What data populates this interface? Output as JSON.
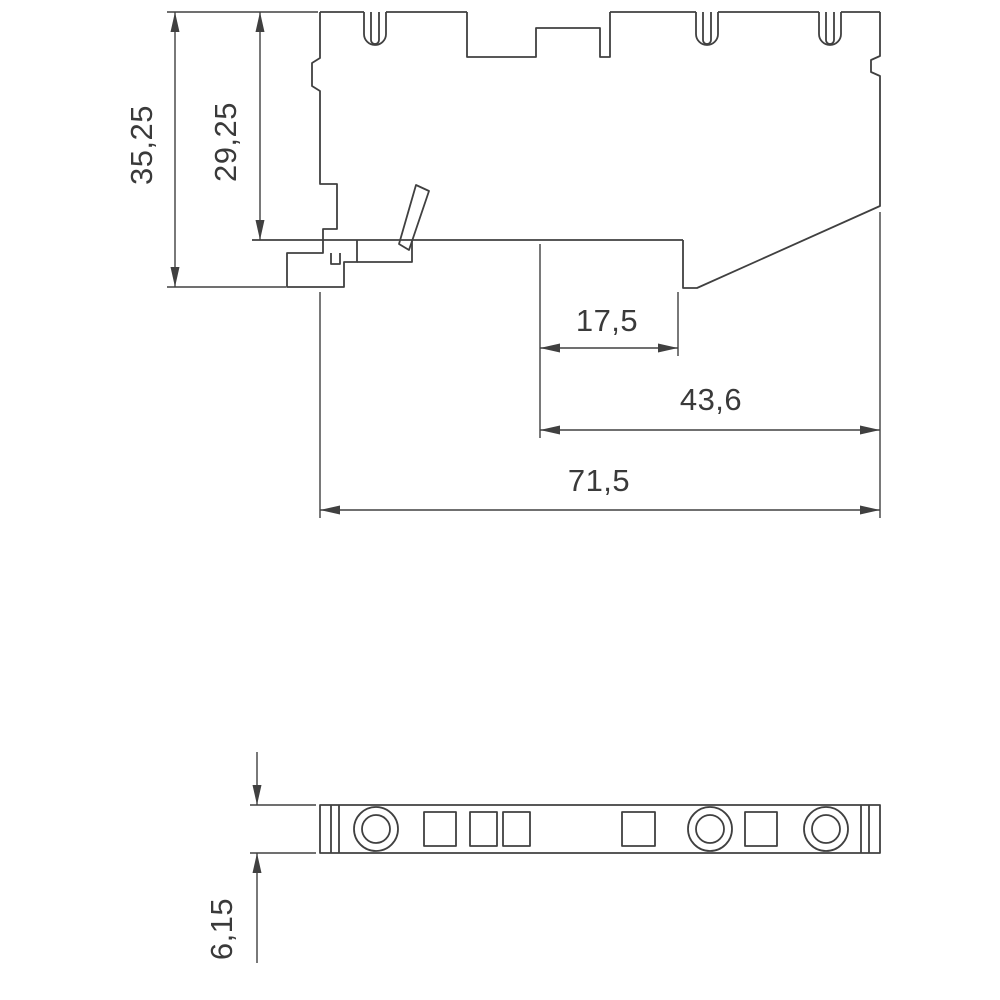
{
  "drawing": {
    "colors": {
      "line": "#404040",
      "text": "#3a3a3a",
      "background": "#ffffff"
    },
    "views": {
      "side": {
        "dims": {
          "overall_height": "35,25",
          "upper_height": "29,25",
          "notch_width": "17,5",
          "right_width": "43,6",
          "overall_width": "71,5"
        }
      },
      "bottom": {
        "dims": {
          "thickness": "6,15"
        }
      }
    }
  }
}
